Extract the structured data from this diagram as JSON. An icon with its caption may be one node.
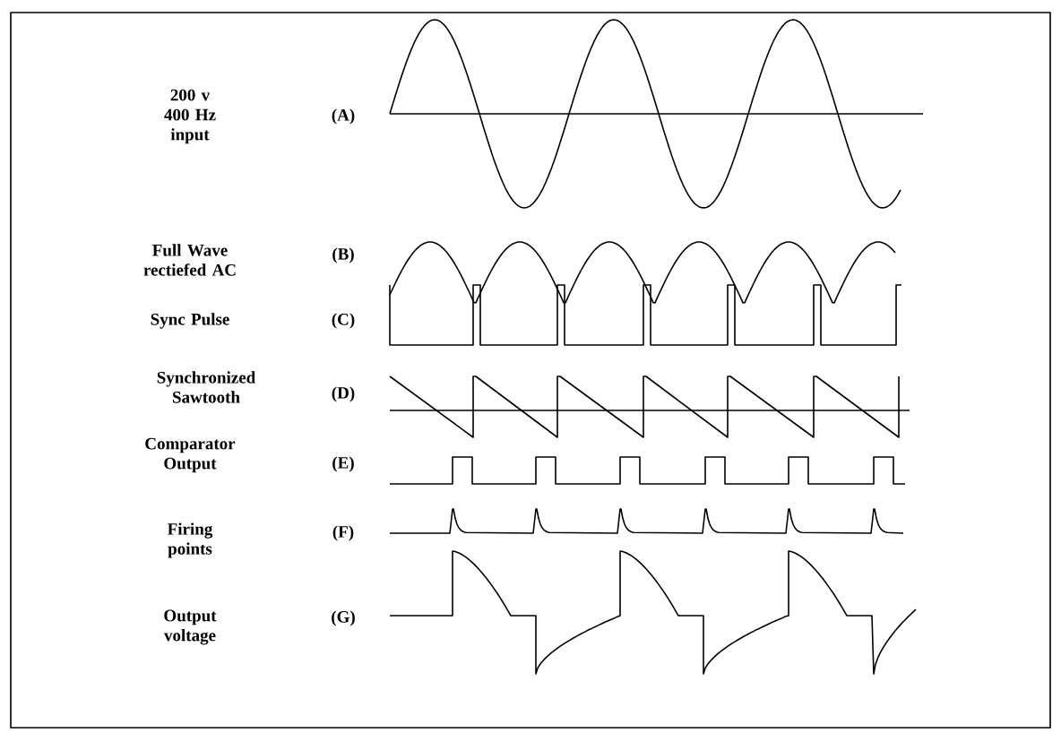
{
  "diagram": {
    "labels": [
      "200 v 400 Hz input",
      "(A)",
      "Full Wave rectiefed AC",
      "(B)",
      "Sync Pulse",
      "(C)",
      "Synchronized Sawtooth",
      "(D)",
      "Comparator Output",
      "(E)",
      "Firing points",
      "(F)",
      "Output voltage",
      "(G)"
    ]
  }
}
